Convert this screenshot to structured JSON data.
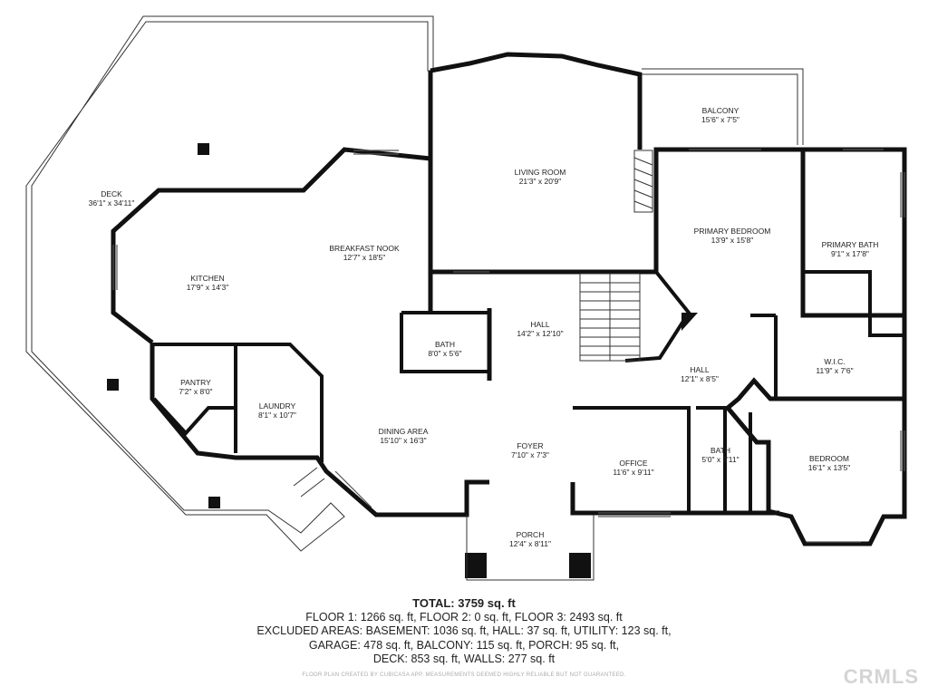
{
  "rooms": [
    {
      "key": "deck",
      "name": "DECK",
      "dim": "36'1\" x 34'11\""
    },
    {
      "key": "kitchen",
      "name": "KITCHEN",
      "dim": "17'9\" x 14'3\""
    },
    {
      "key": "breakfast_nook",
      "name": "BREAKFAST NOOK",
      "dim": "12'7\" x 18'5\""
    },
    {
      "key": "living_room",
      "name": "LIVING ROOM",
      "dim": "21'3\" x 20'9\""
    },
    {
      "key": "balcony",
      "name": "BALCONY",
      "dim": "15'6\" x 7'5\""
    },
    {
      "key": "primary_bedroom",
      "name": "PRIMARY BEDROOM",
      "dim": "13'9\" x 15'8\""
    },
    {
      "key": "primary_bath",
      "name": "PRIMARY BATH",
      "dim": "9'1\" x 17'8\""
    },
    {
      "key": "pantry",
      "name": "PANTRY",
      "dim": "7'2\" x 8'0\""
    },
    {
      "key": "laundry",
      "name": "LAUNDRY",
      "dim": "8'1\" x 10'7\""
    },
    {
      "key": "bath_1",
      "name": "BATH",
      "dim": "8'0\" x 5'6\""
    },
    {
      "key": "hall_1",
      "name": "HALL",
      "dim": "14'2\" x 12'10\""
    },
    {
      "key": "hall_2",
      "name": "HALL",
      "dim": "12'1\" x 8'5\""
    },
    {
      "key": "wic",
      "name": "W.I.C.",
      "dim": "11'9\" x 7'6\""
    },
    {
      "key": "dining_area",
      "name": "DINING AREA",
      "dim": "15'10\" x 16'3\""
    },
    {
      "key": "foyer",
      "name": "FOYER",
      "dim": "7'10\" x 7'3\""
    },
    {
      "key": "office",
      "name": "OFFICE",
      "dim": "11'6\" x 9'11\""
    },
    {
      "key": "bath_2",
      "name": "BATH",
      "dim": "5'0\" x 9'11\""
    },
    {
      "key": "bedroom",
      "name": "BEDROOM",
      "dim": "16'1\" x 13'5\""
    },
    {
      "key": "porch",
      "name": "PORCH",
      "dim": "12'4\" x 8'11\""
    }
  ],
  "summary": {
    "total": "TOTAL: 3759 sq. ft",
    "line1": "FLOOR 1: 1266 sq. ft, FLOOR 2: 0 sq. ft, FLOOR 3: 2493 sq. ft",
    "line2": "EXCLUDED AREAS: BASEMENT: 1036 sq. ft, HALL: 37 sq. ft, UTILITY: 123 sq. ft,",
    "line3": "GARAGE: 478 sq. ft, BALCONY: 115 sq. ft, PORCH: 95 sq. ft,",
    "line4": "DECK: 853 sq. ft, WALLS: 277 sq. ft"
  },
  "disclaimer": "FLOOR PLAN CREATED BY CUBICASA APP. MEASUREMENTS DEEMED HIGHLY RELIABLE BUT NOT GUARANTEED.",
  "watermark": "CRMLS"
}
